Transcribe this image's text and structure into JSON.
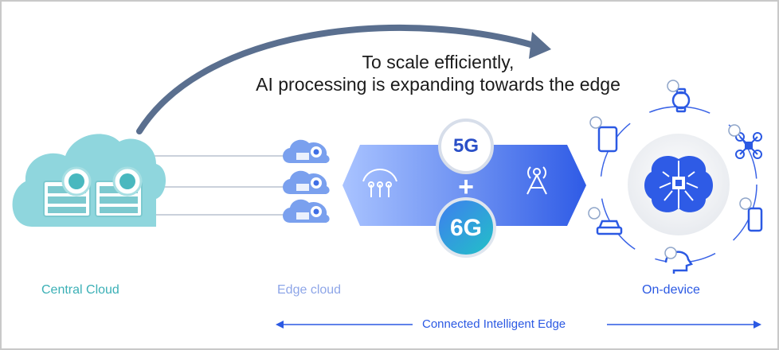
{
  "headline": {
    "line1": "To scale efficiently,",
    "line2": "AI processing is expanding towards the edge"
  },
  "labels": {
    "central_cloud": "Central Cloud",
    "edge_cloud": "Edge cloud",
    "on_device": "On-device",
    "connected_edge": "Connected Intelligent Edge"
  },
  "badges": {
    "five_g": "5G",
    "plus": "+",
    "six_g": "6G"
  },
  "colors": {
    "teal": "#7fd0d8",
    "cloud_blue": "#7aa0ee",
    "accent_blue": "#2b59e3",
    "arrow_gray": "#5a6f8f"
  },
  "icons": [
    "brain-icon",
    "server-icon",
    "cloud-icon",
    "antenna-icon",
    "tower-icon",
    "watch-icon",
    "drone-icon",
    "phone-icon",
    "car-icon",
    "tablet-icon",
    "head-icon"
  ]
}
